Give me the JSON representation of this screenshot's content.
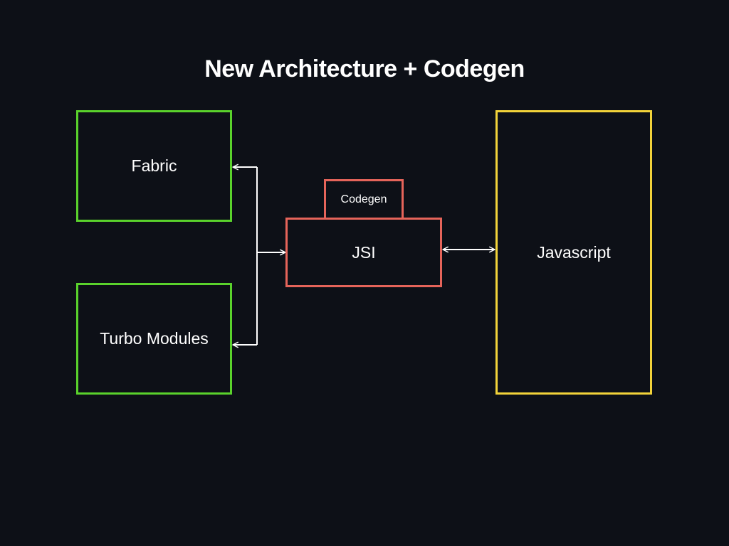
{
  "diagram": {
    "title": "New Architecture + Codegen",
    "nodes": {
      "fabric": {
        "label": "Fabric",
        "color": "#5ad22c"
      },
      "turbo_modules": {
        "label": "Turbo Modules",
        "color": "#5ad22c"
      },
      "codegen": {
        "label": "Codegen",
        "color": "#e5645a"
      },
      "jsi": {
        "label": "JSI",
        "color": "#e5645a"
      },
      "javascript": {
        "label": "Javascript",
        "color": "#f2d33a"
      }
    },
    "edges": [
      {
        "from": "jsi",
        "to": "fabric",
        "direction": "to-target"
      },
      {
        "from": "jsi",
        "to": "turbo_modules",
        "direction": "to-target"
      },
      {
        "from": "fabric",
        "to": "jsi",
        "direction": "to-target"
      },
      {
        "from": "jsi",
        "to": "javascript",
        "direction": "bidirectional"
      }
    ],
    "colors": {
      "background": "#0d1017",
      "text": "#ffffff",
      "connector": "#ffffff"
    }
  }
}
